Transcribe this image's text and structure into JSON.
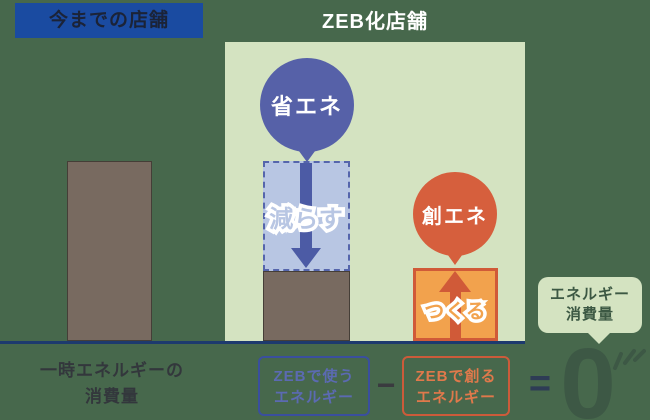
{
  "headers": {
    "left": "今までの店舗",
    "right": "ZEB化店舗"
  },
  "current_store": {
    "label_line1": "一時エネルギーの",
    "label_line2": "消費量"
  },
  "zeb_store": {
    "save_circle_label": "省エネ",
    "reduce_label": "減らす",
    "create_circle_label": "創エネ",
    "create_label": "つくる"
  },
  "equation": {
    "use_box_line1": "ZEBで使う",
    "use_box_line2": "エネルギー",
    "minus": "−",
    "create_box_line1": "ZEBで創る",
    "create_box_line2": "エネルギー",
    "equals": "=",
    "result": "0",
    "badge_line1": "エネルギー",
    "badge_line2": "消費量"
  },
  "colors": {
    "background": "#47684C",
    "panel_green": "#D4E3C1",
    "header_blue": "#1A4BA1",
    "baseline_navy": "#1D3A6E",
    "bar_brown": "#786A60",
    "save_blue": "#5661A8",
    "reduce_fill": "#B8C6E3",
    "create_red": "#D65F3D",
    "create_orange": "#F2A24D",
    "zero_green": "#3D5845"
  }
}
